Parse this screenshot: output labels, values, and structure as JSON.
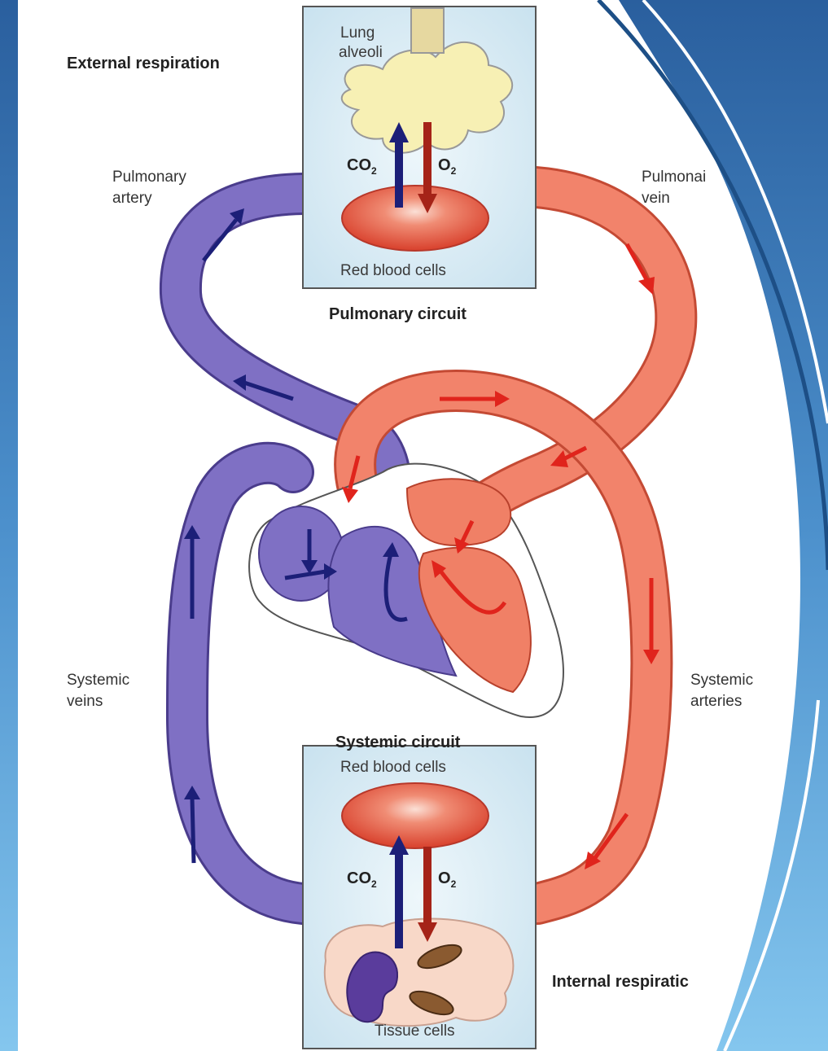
{
  "labels": {
    "external_respiration": "External respiration",
    "lung_alveoli_1": "Lung",
    "lung_alveoli_2": "alveoli",
    "co2_top": "CO",
    "o2_top": "O",
    "co2_bottom": "CO",
    "o2_bottom": "O",
    "gas_subscript": "2",
    "red_blood_cells_top": "Red blood cells",
    "red_blood_cells_bottom": "Red blood cells",
    "pulmonary_artery_1": "Pulmonary",
    "pulmonary_artery_2": "artery",
    "pulmonary_vein_1": "Pulmonai",
    "pulmonary_vein_2": "vein",
    "pulmonary_circuit": "Pulmonary circuit",
    "systemic_veins_1": "Systemic",
    "systemic_veins_2": "veins",
    "systemic_arteries_1": "Systemic",
    "systemic_arteries_2": "arteries",
    "systemic_circuit": "Systemic circuit",
    "tissue_cells": "Tissue cells",
    "internal_respiration": "Internal respiratic"
  },
  "colors": {
    "deoxygenated": "#7f70c4",
    "oxygenated": "#f2836b",
    "dark_arrow": "#1c1f78",
    "red_arrow": "#e0241c",
    "box_fill": "#dcecf4",
    "slide_blue_top": "#2e6aa6",
    "slide_blue_bottom": "#7cc0ec"
  }
}
